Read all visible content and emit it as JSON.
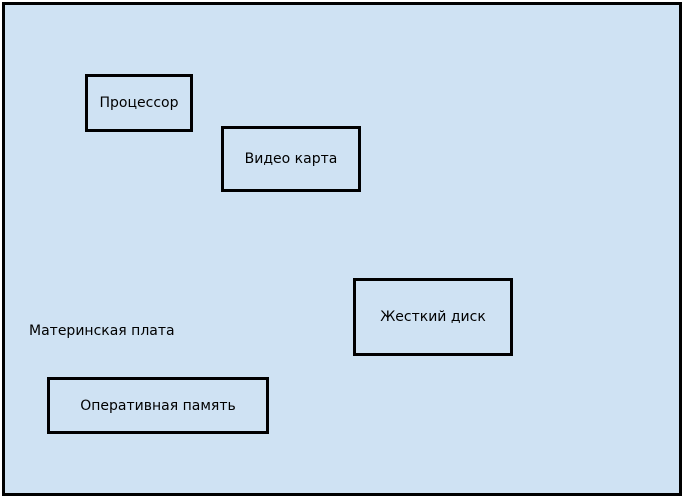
{
  "diagram": {
    "board_label": "Материнская плата",
    "components": {
      "cpu": "Процессор",
      "gpu": "Видео карта",
      "hdd": "Жесткий диск",
      "ram": "Оперативная память"
    }
  },
  "colors": {
    "board_fill": "#cfe2f3",
    "stroke": "#000000"
  }
}
